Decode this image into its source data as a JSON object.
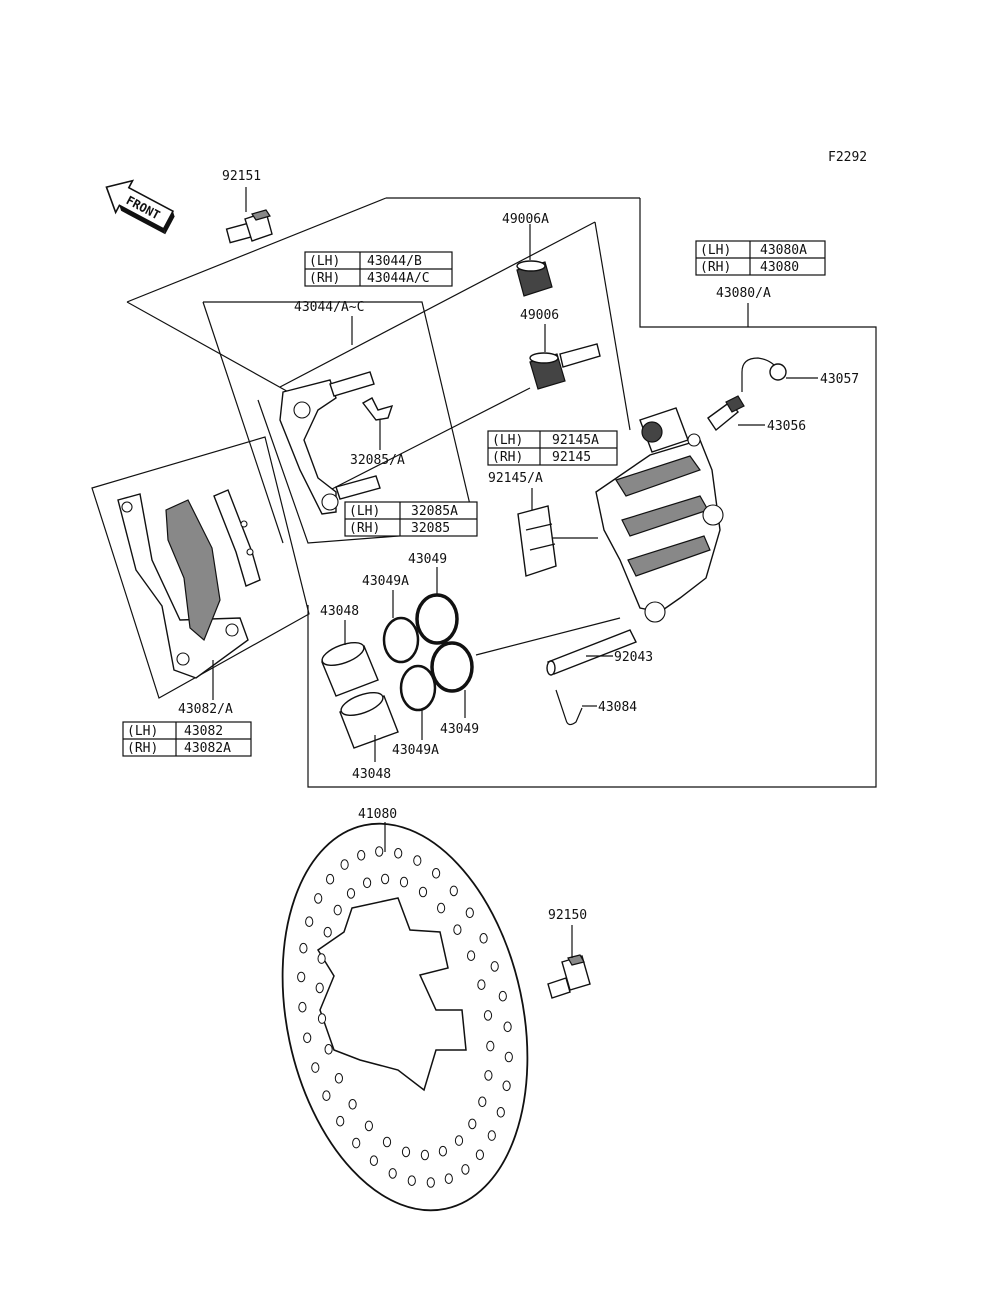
{
  "figure_code": "F2292",
  "front_label": "FRONT",
  "labels": {
    "p92151": "92151",
    "p49006A": "49006A",
    "p43044": "43044/A~C",
    "p49006": "49006",
    "p32085": "32085/A",
    "p43080": "43080/A",
    "p43057": "43057",
    "p43056": "43056",
    "p92145": "92145/A",
    "p43049_top": "43049",
    "p43049A_top": "43049A",
    "p43048_top": "43048",
    "p92043": "92043",
    "p43084": "43084",
    "p43082": "43082/A",
    "p43049_bot": "43049",
    "p43049A_bot": "43049A",
    "p43048_bot": "43048",
    "p41080": "41080",
    "p92150": "92150"
  },
  "tables": {
    "t43044": [
      [
        "(LH)",
        "43044/B"
      ],
      [
        "(RH)",
        "43044A/C"
      ]
    ],
    "t43080": [
      [
        "(LH)",
        "43080A"
      ],
      [
        "(RH)",
        "43080"
      ]
    ],
    "t92145": [
      [
        "(LH)",
        "92145A"
      ],
      [
        "(RH)",
        "92145"
      ]
    ],
    "t32085": [
      [
        "(LH)",
        "32085A"
      ],
      [
        "(RH)",
        "32085"
      ]
    ],
    "t43082": [
      [
        "(LH)",
        "43082"
      ],
      [
        "(RH)",
        "43082A"
      ]
    ]
  }
}
